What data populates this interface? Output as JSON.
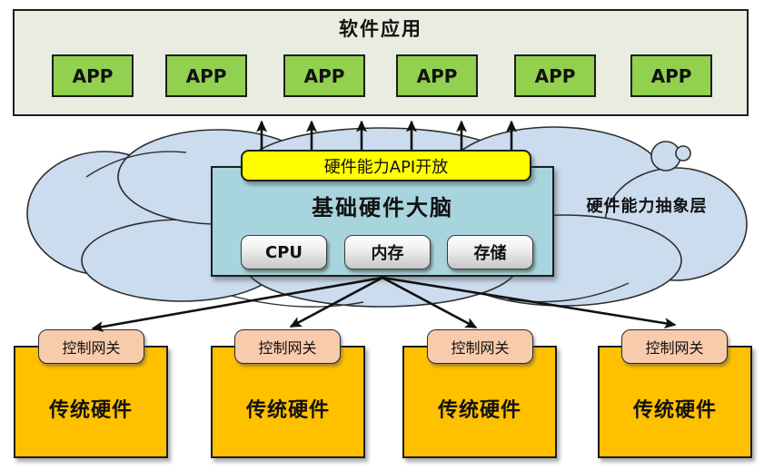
{
  "software_layer": {
    "title": "软件应用",
    "apps": [
      "APP",
      "APP",
      "APP",
      "APP",
      "APP",
      "APP"
    ]
  },
  "abstraction_layer": {
    "cloud_label": "硬件能力抽象层",
    "api_banner": "硬件能力API开放",
    "brain_title": "基础硬件大脑",
    "components": [
      "CPU",
      "内存",
      "存储"
    ]
  },
  "hardware_layer": {
    "units": [
      {
        "gateway": "控制网关",
        "name": "传统硬件"
      },
      {
        "gateway": "控制网关",
        "name": "传统硬件"
      },
      {
        "gateway": "控制网关",
        "name": "传统硬件"
      },
      {
        "gateway": "控制网关",
        "name": "传统硬件"
      }
    ]
  },
  "colors": {
    "software_bg": "#E9EDE0",
    "app_green": "#92D050",
    "cloud_blue": "#CBDCEF",
    "brain_teal": "#A8D5DD",
    "banner_yellow": "#FFFF00",
    "hardware_orange": "#FFC000",
    "gateway_peach": "#F8CBAD"
  }
}
